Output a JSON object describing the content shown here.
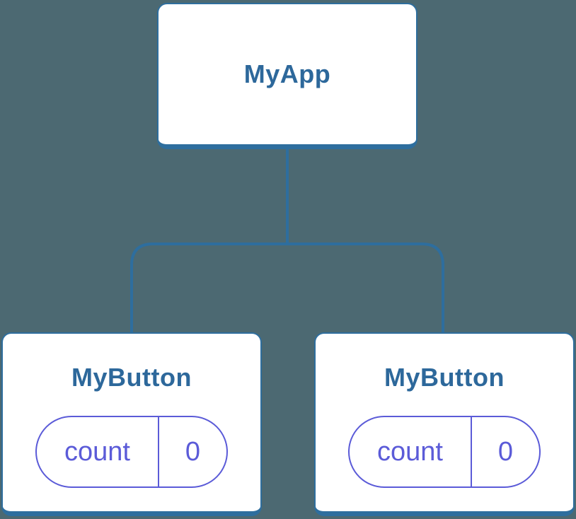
{
  "colors": {
    "bg": "#4c6972",
    "blue": "#2e6e9e",
    "label": "#2d689b",
    "purple": "#5b5bd8",
    "card-bg": "#ffffff"
  },
  "tree": {
    "root": {
      "label": "MyApp"
    },
    "children": [
      {
        "label": "MyButton",
        "state": {
          "key": "count",
          "value": "0"
        }
      },
      {
        "label": "MyButton",
        "state": {
          "key": "count",
          "value": "0"
        }
      }
    ]
  }
}
